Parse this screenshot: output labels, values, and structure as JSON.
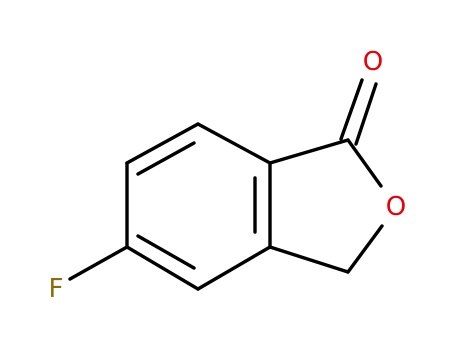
{
  "molecule": {
    "atoms": [
      {
        "id": "F",
        "label": "F",
        "color": "#8a6d0b"
      },
      {
        "id": "O_carbonyl",
        "label": "O",
        "color": "#e8000b"
      },
      {
        "id": "O_ring",
        "label": "O",
        "color": "#e8000b"
      }
    ],
    "bond_color": "#000000",
    "background": "#ffffff"
  }
}
